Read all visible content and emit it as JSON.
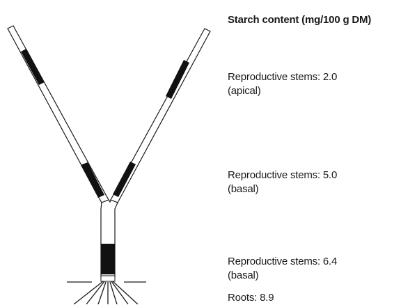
{
  "heading": "Starch content (mg/100 g DM)",
  "entries": [
    {
      "line1": "Reproductive stems: 2.0",
      "line2": "(apical)"
    },
    {
      "line1": "Reproductive stems: 5.0",
      "line2": "(basal)"
    },
    {
      "line1": "Reproductive stems: 6.4",
      "line2": "(basal)"
    },
    {
      "line1": "Roots: 8.9",
      "line2": ""
    }
  ],
  "colors": {
    "stroke": "#1a1a1a",
    "fill": "#ffffff",
    "band": "#111111"
  }
}
